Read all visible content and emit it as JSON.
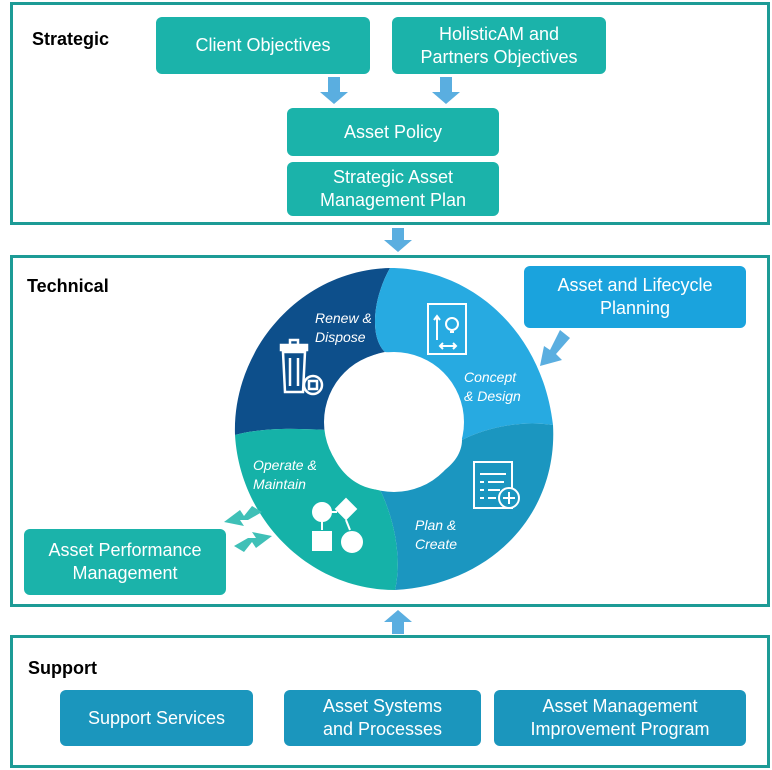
{
  "strategic": {
    "title": "Strategic",
    "client_objectives": "Client Objectives",
    "partners_objectives": [
      "HolisticAM and",
      "Partners Objectives"
    ],
    "asset_policy": "Asset Policy",
    "samp": [
      "Strategic Asset",
      "Management Plan"
    ]
  },
  "technical": {
    "title": "Technical",
    "asset_lifecycle_planning": [
      "Asset and Lifecycle",
      "Planning"
    ],
    "asset_performance_management": [
      "Asset Performance",
      "Management"
    ],
    "cycle": {
      "renew_dispose": [
        "Renew &",
        "Dispose"
      ],
      "concept_design": [
        "Concept",
        "& Design"
      ],
      "plan_create": [
        "Plan &",
        "Create"
      ],
      "operate_maintain": [
        "Operate &",
        "Maintain"
      ]
    }
  },
  "support": {
    "title": "Support",
    "support_services": "Support Services",
    "asset_systems": [
      "Asset Systems",
      "and Processes"
    ],
    "improvement_program": [
      "Asset Management",
      "Improvement Program"
    ]
  },
  "colors": {
    "section_border": "#1d9b96",
    "teal": "#1bb3aa",
    "blue": "#1aa3dd",
    "arrow": "#5aaee0",
    "renew": "#0d4f8b",
    "concept": "#27aae1",
    "plan": "#1b96c0",
    "operate": "#15b2a8"
  },
  "icons": [
    "trash-bin-icon",
    "lightbulb-document-icon",
    "checklist-add-icon",
    "process-flow-icon"
  ]
}
